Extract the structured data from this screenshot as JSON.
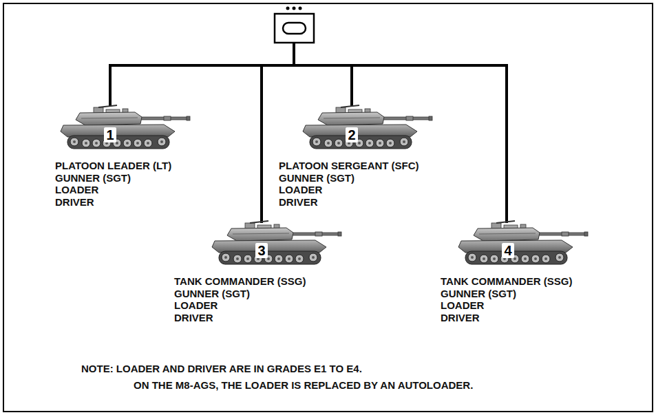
{
  "diagram": {
    "nodes": [
      {
        "text": [
          "1",
          "PLATOON LEADER (LT)",
          "GUNNER (SGT)",
          "LOADER",
          "DRIVER"
        ]
      },
      {
        "text": [
          "2",
          "PLATOON SERGEANT (SFC)",
          "GUNNER (SGT)",
          "LOADER",
          "DRIVER"
        ]
      },
      {
        "text": [
          "3",
          "TANK COMMANDER (SSG)",
          "GUNNER (SGT)",
          "LOADER",
          "DRIVER"
        ]
      },
      {
        "text": [
          "4",
          "TANK COMMANDER (SSG)",
          "GUNNER (SGT)",
          "LOADER",
          "DRIVER"
        ]
      }
    ],
    "labels": [
      "NOTE: LOADER AND DRIVER ARE IN GRADES E1 TO E4.",
      "ON THE M8-AGS, THE LOADER IS REPLACED BY AN AUTOLOADER."
    ]
  }
}
